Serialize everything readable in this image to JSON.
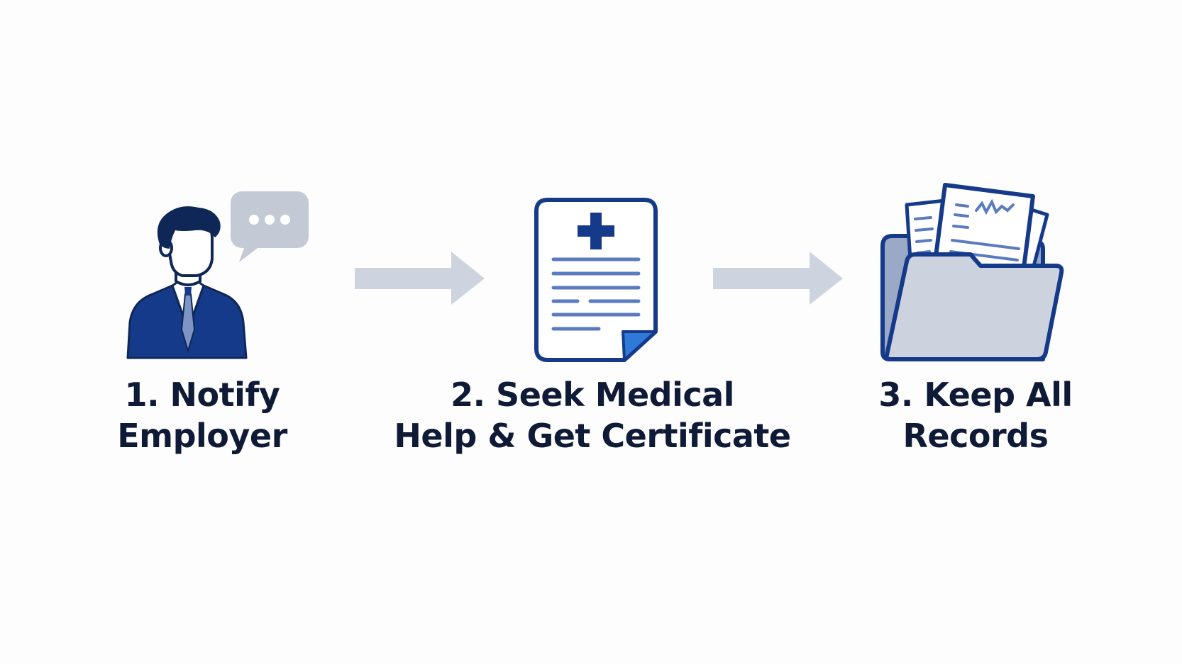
{
  "steps": [
    {
      "line1": "1. Notify",
      "line2": "Employer",
      "icon": "employee-speech-icon"
    },
    {
      "line1": "2. Seek Medical",
      "line2": "Help & Get Certificate",
      "icon": "medical-certificate-icon"
    },
    {
      "line1": "3. Keep All",
      "line2": "Records",
      "icon": "records-folder-icon"
    }
  ],
  "colors": {
    "navy": "#163a8a",
    "dark_navy": "#0e2756",
    "light_gray": "#cdd4df",
    "text": "#0f1a36",
    "accent_blue": "#2f7ad8"
  }
}
